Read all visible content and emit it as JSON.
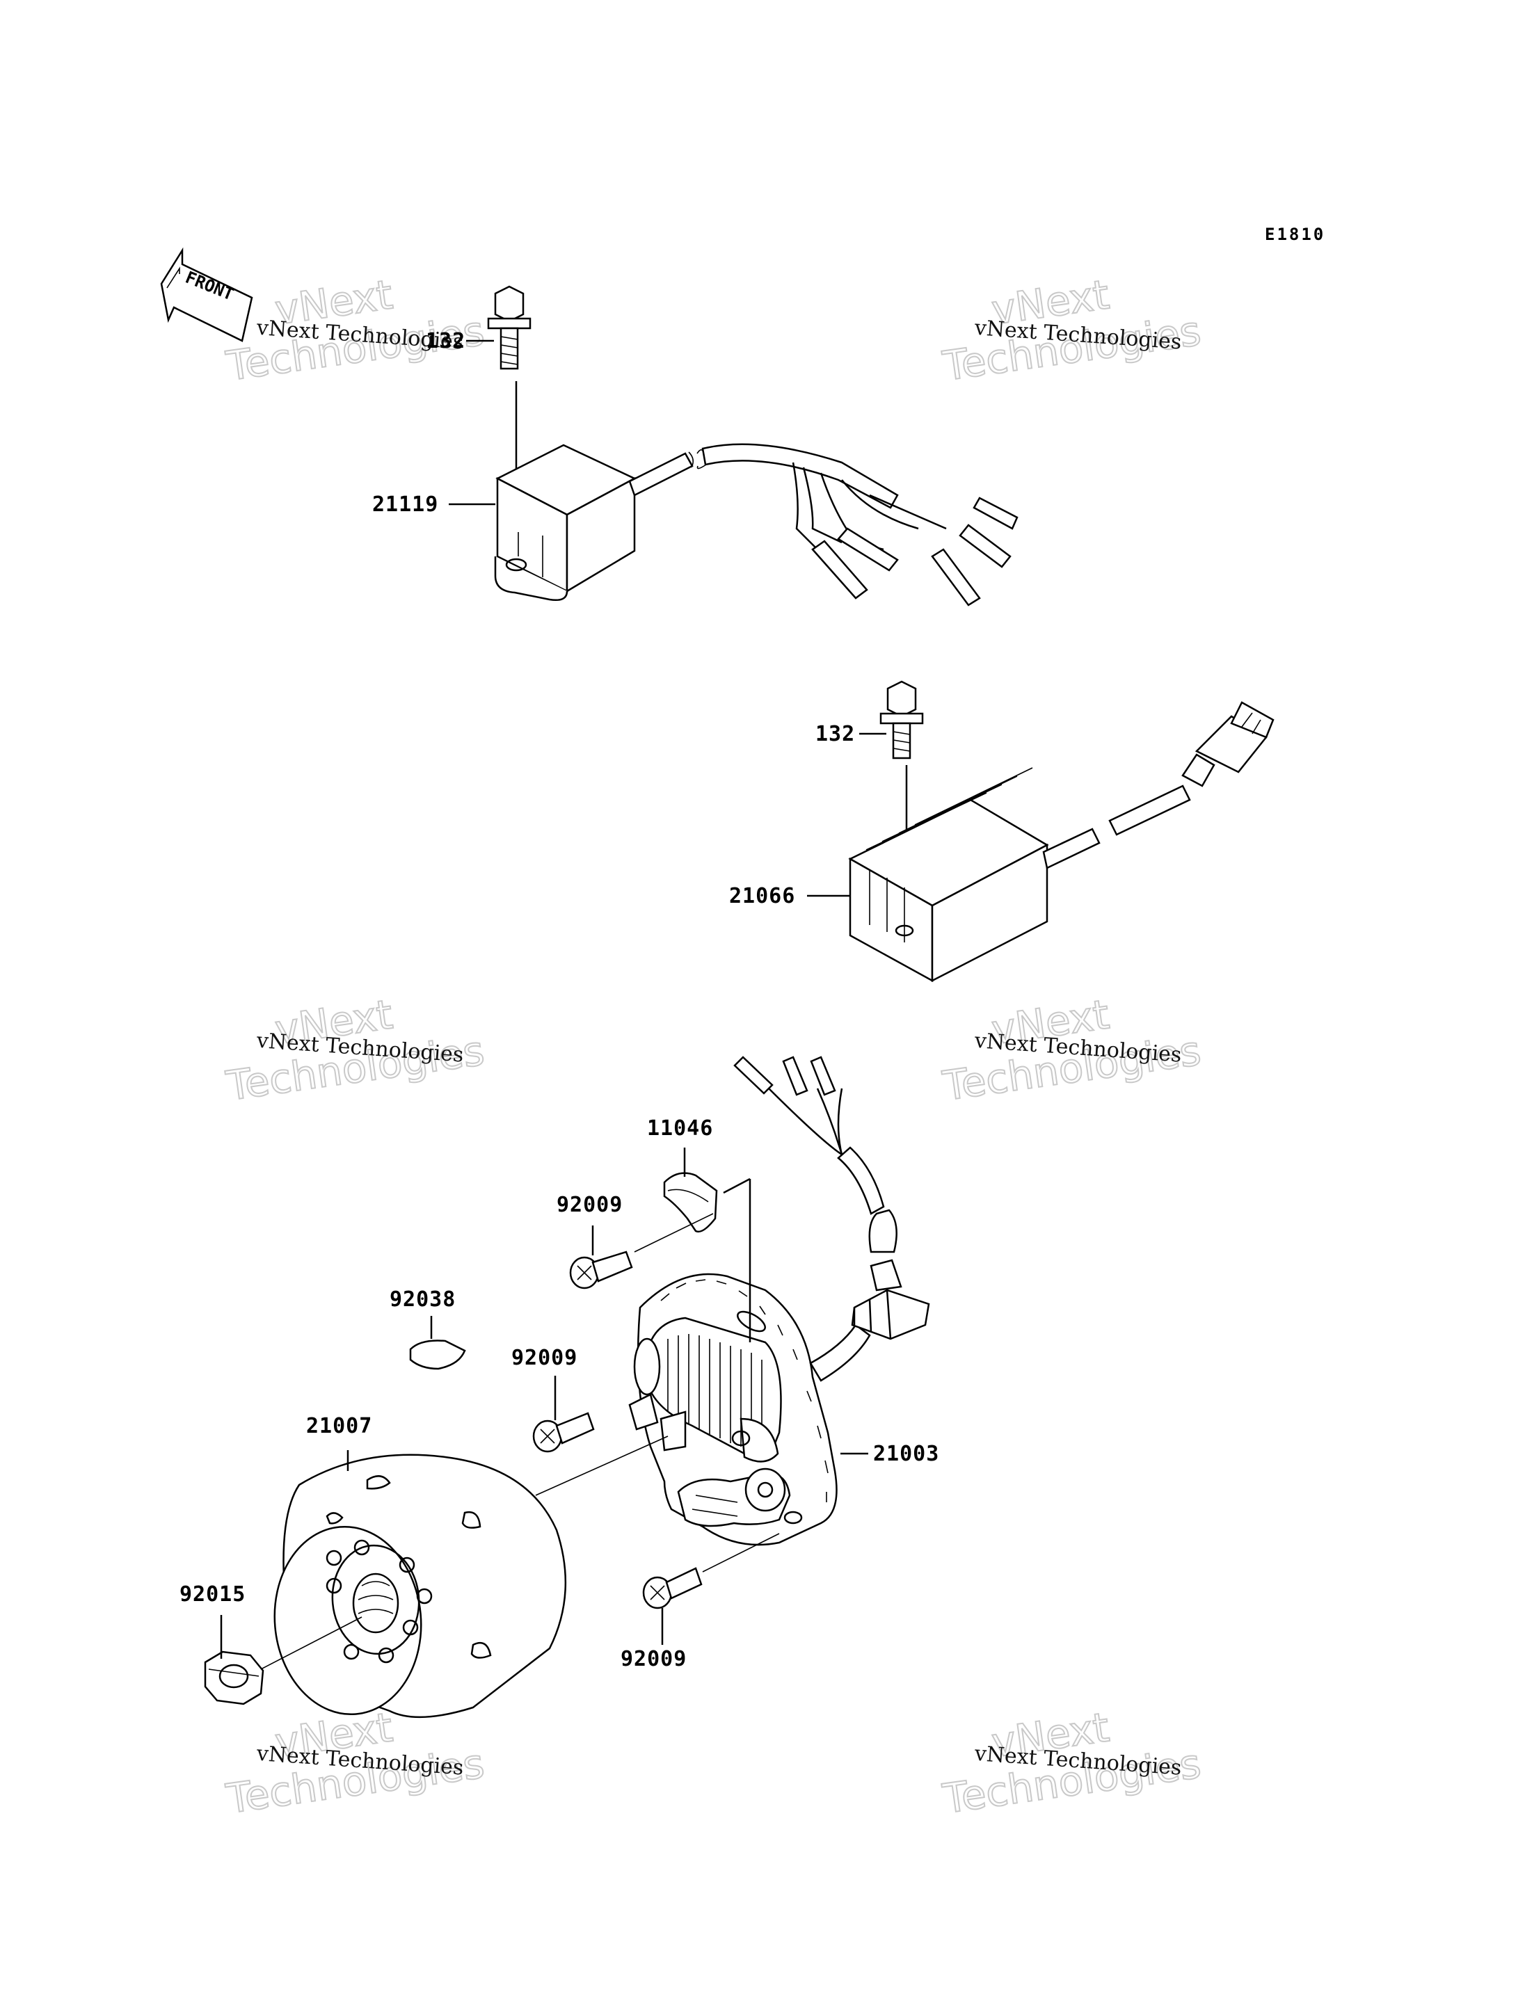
{
  "diagram_code": "E1810",
  "front_arrow": {
    "label": "FRONT"
  },
  "parts": {
    "bolt_cdi": "132",
    "cdi_unit": "21119",
    "bolt_regulator": "132",
    "regulator": "21066",
    "clamp": "11046",
    "screw_upper": "92009",
    "key": "92038",
    "screw_middle": "92009",
    "flywheel": "21007",
    "stator": "21003",
    "nut": "92015",
    "screw_lower": "92009"
  },
  "watermark": {
    "line_small": "vNext Technologies",
    "line_big_1": "vNext",
    "line_big_2": "Technologies"
  }
}
